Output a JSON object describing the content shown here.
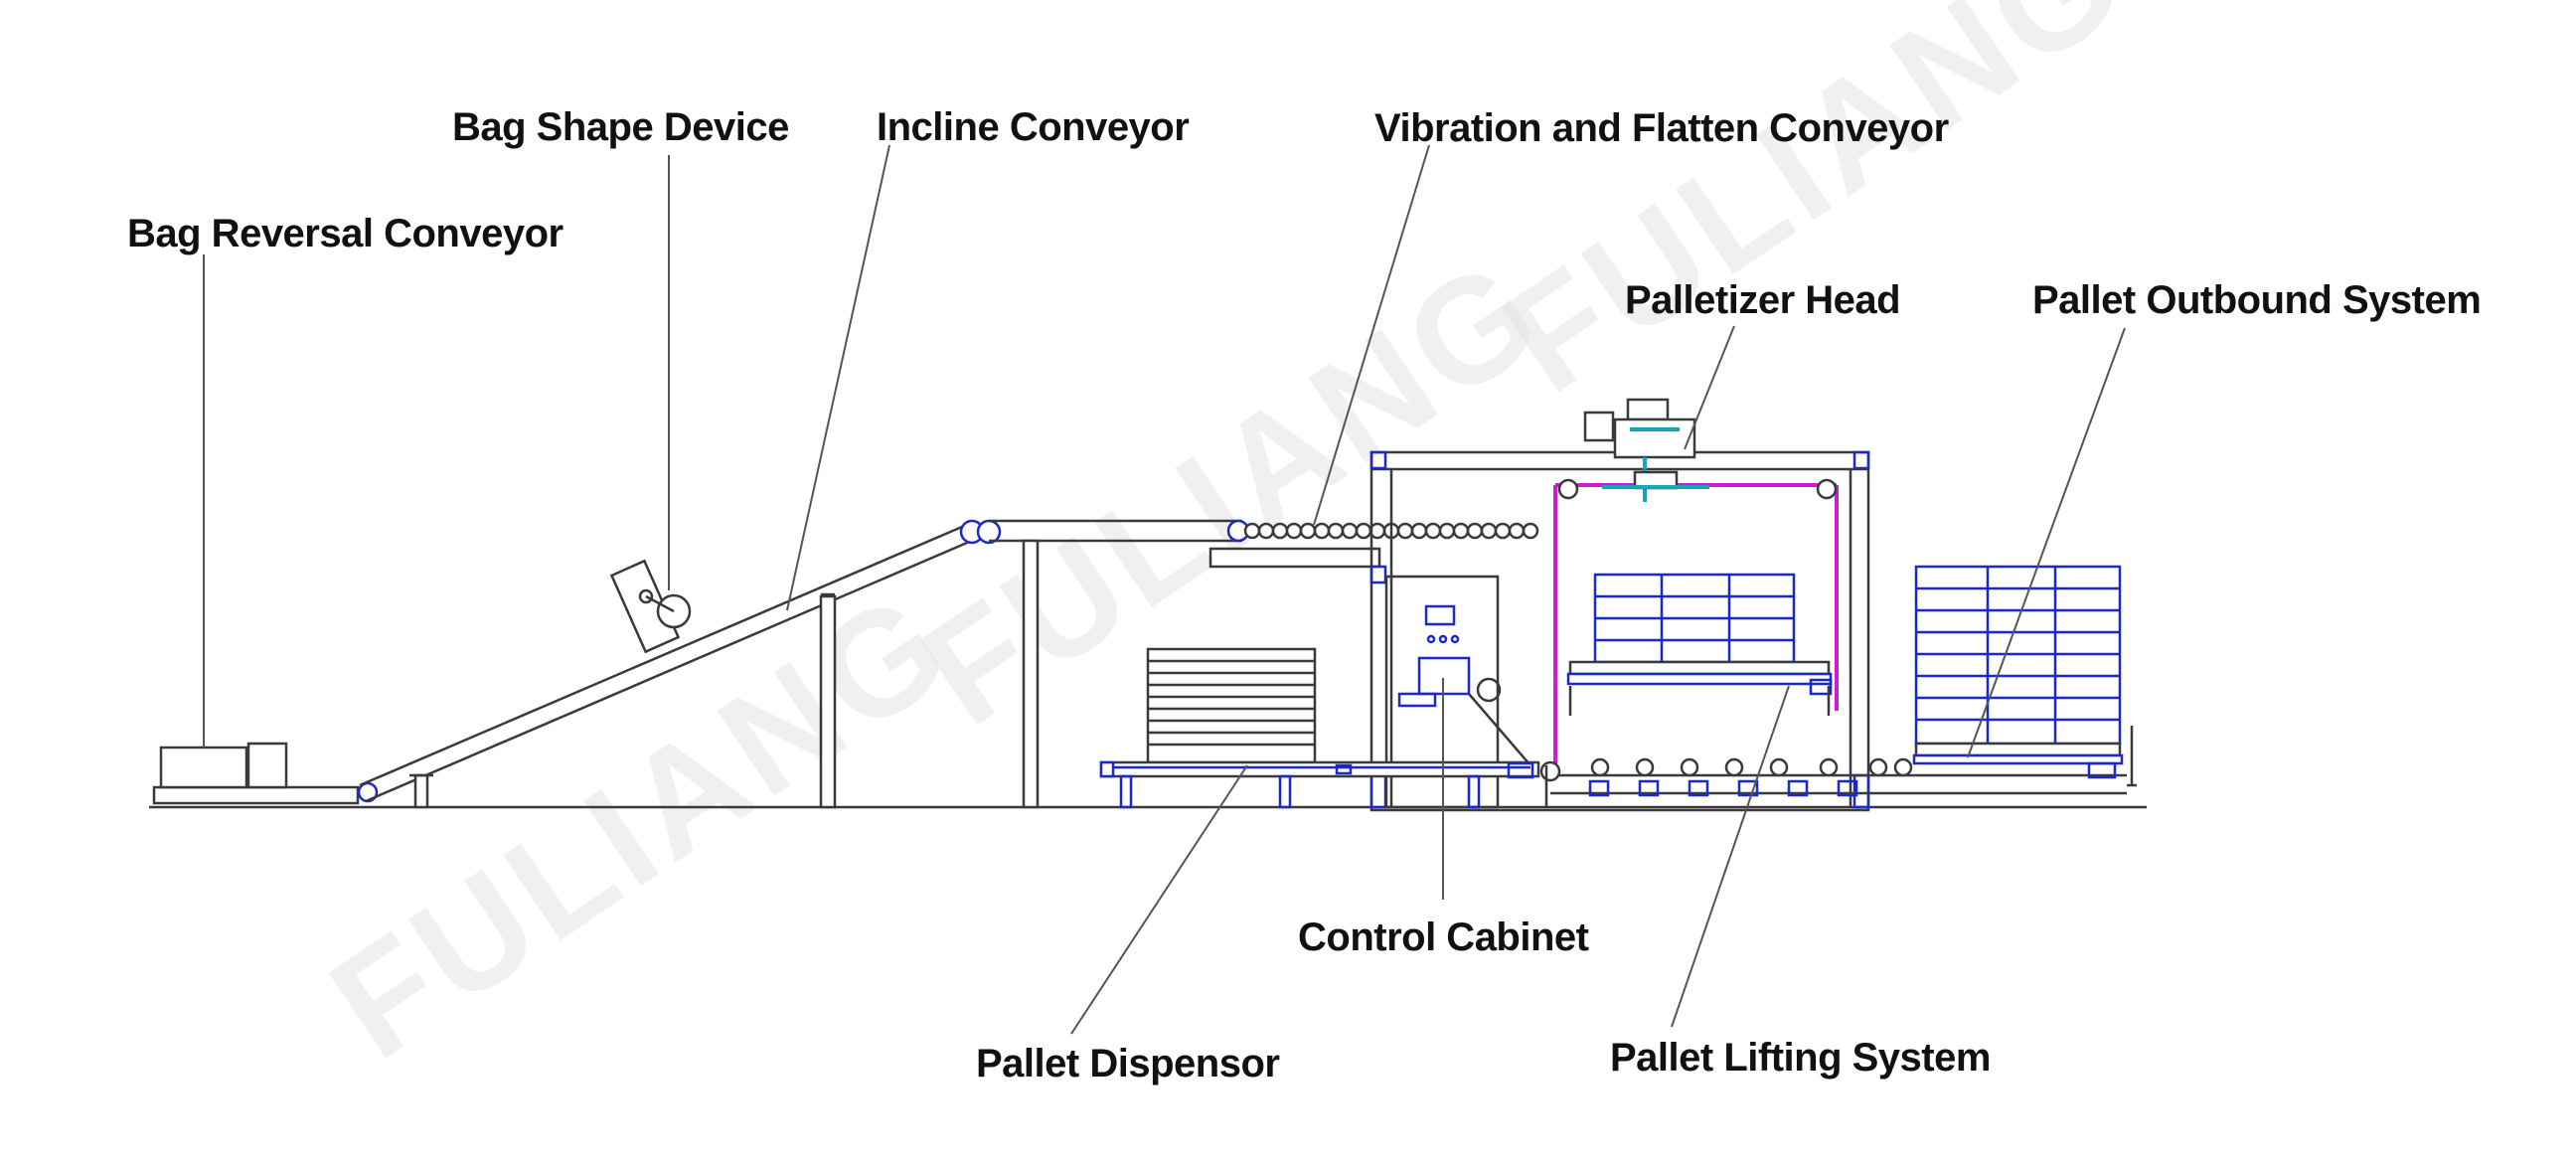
{
  "watermark": "FULIANG",
  "labels": {
    "bag_reversal_conveyor": "Bag Reversal Conveyor",
    "bag_shape_device": "Bag Shape Device",
    "incline_conveyor": "Incline Conveyor",
    "vibration_and_flatten_conveyor": "Vibration and Flatten Conveyor",
    "palletizer_head": "Palletizer Head",
    "pallet_outbound_system": "Pallet Outbound System",
    "control_cabinet": "Control Cabinet",
    "pallet_dispensor": "Pallet Dispensor",
    "pallet_lifting_system": "Pallet Lifting System"
  },
  "colors": {
    "frame_line": "#3a3a3a",
    "structure_blue": "#1a28d0",
    "gripper_magenta": "#d21ad2",
    "head_cyan": "#13a6b6",
    "label_text": "#111111",
    "watermark": "#e4e4e4"
  }
}
